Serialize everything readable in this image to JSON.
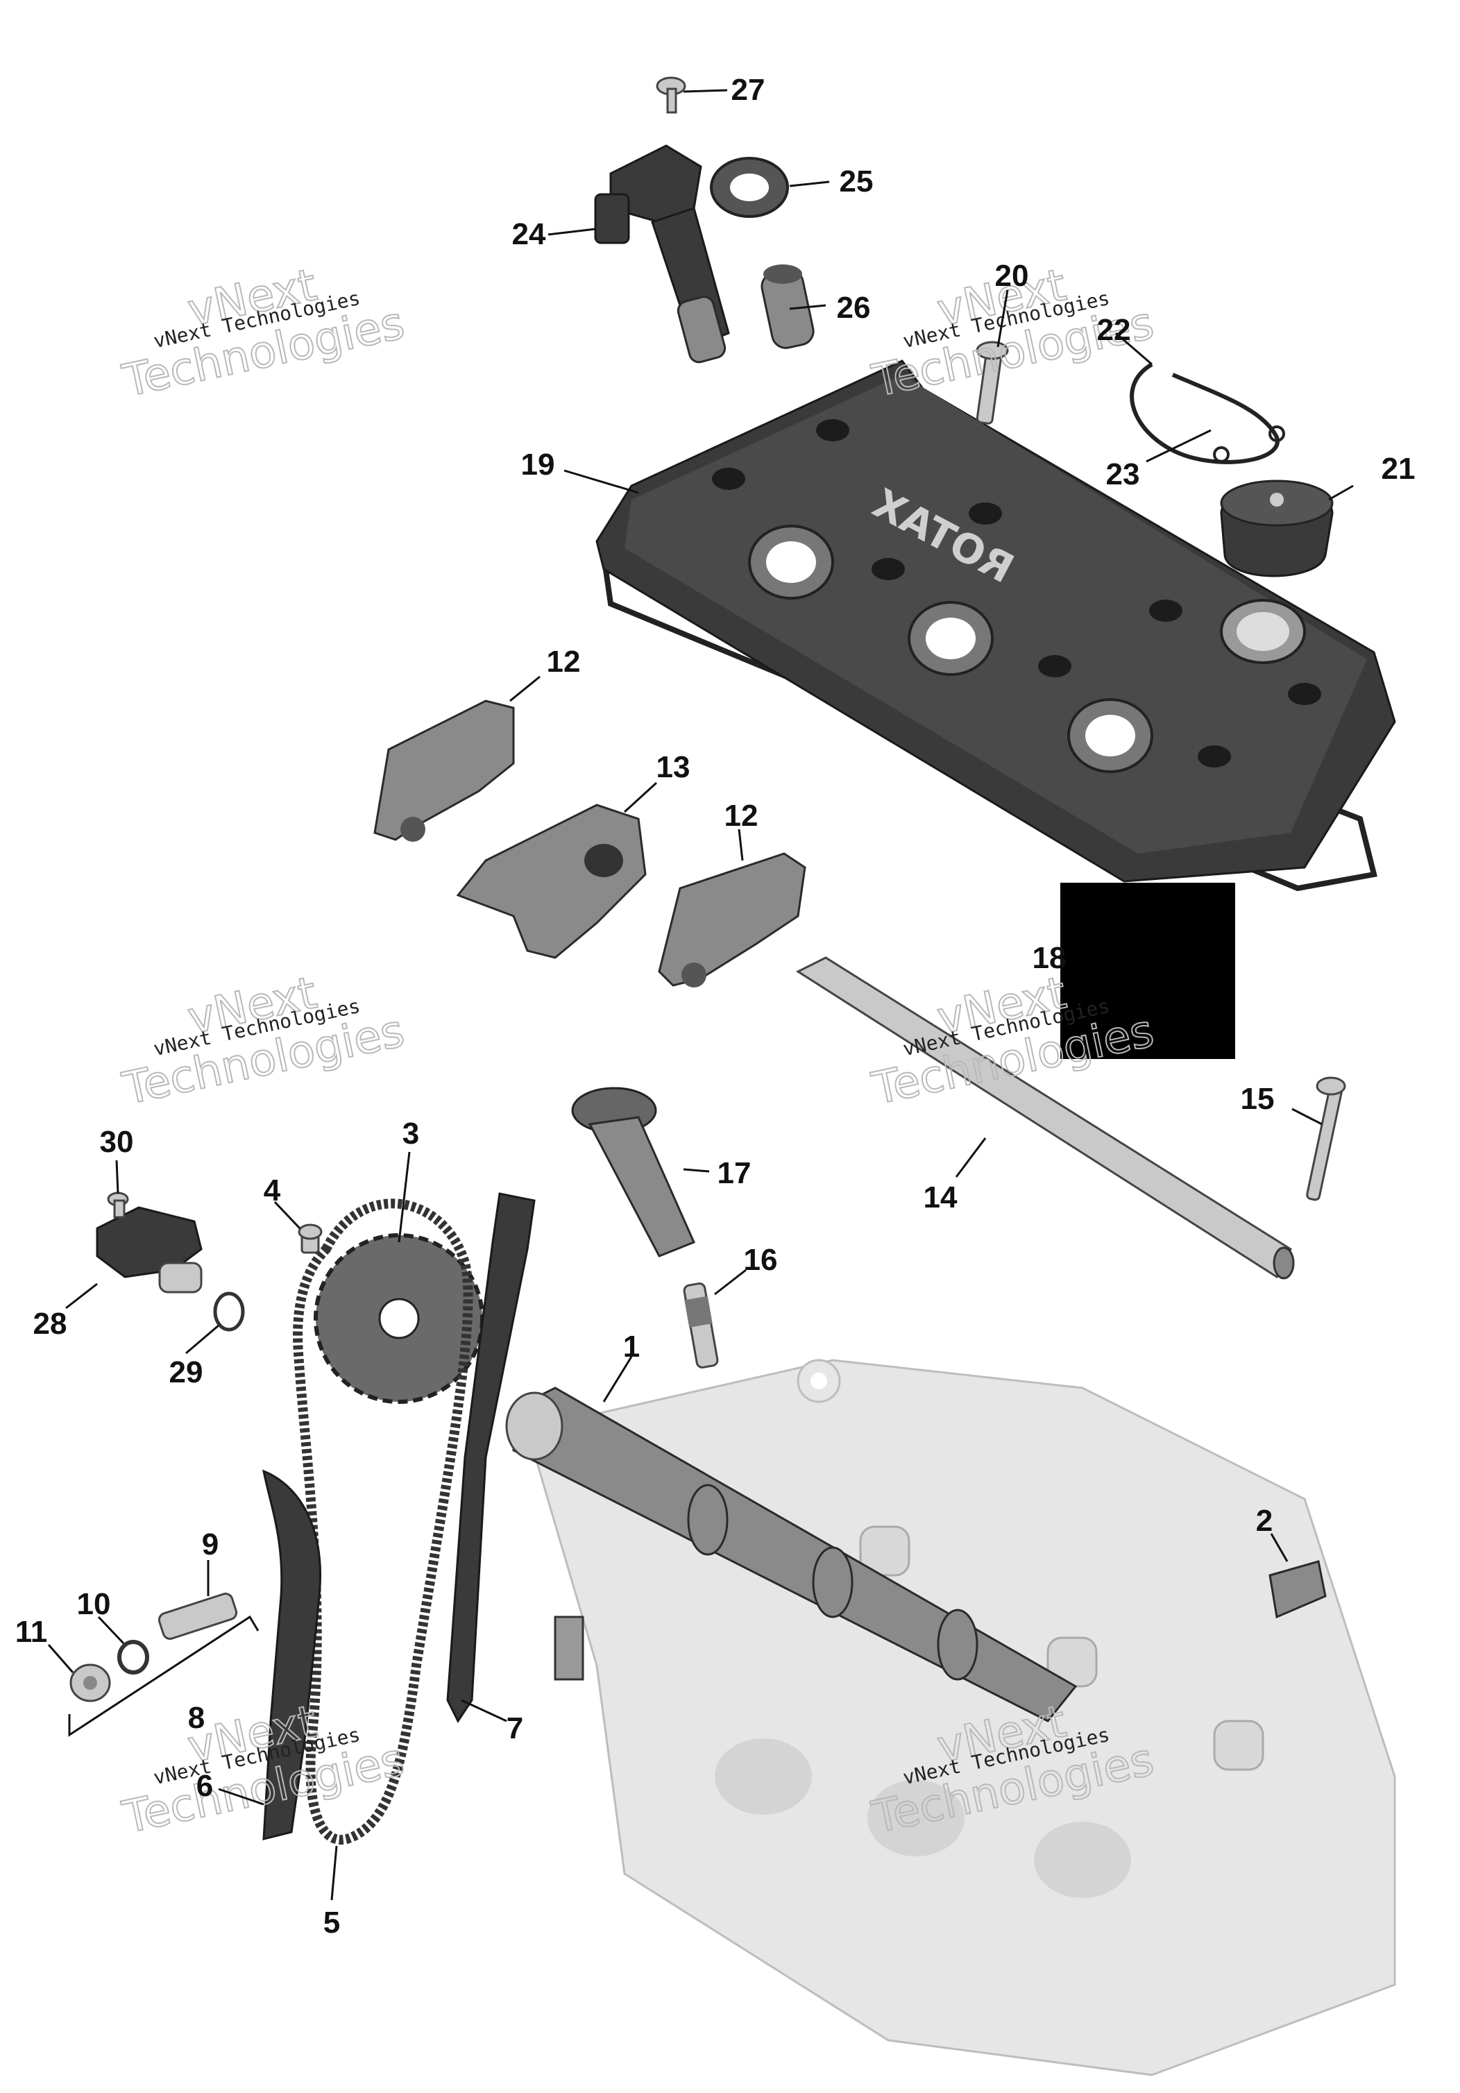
{
  "callouts": [
    "1",
    "2",
    "3",
    "4",
    "5",
    "6",
    "7",
    "8",
    "9",
    "10",
    "11",
    "12",
    "12",
    "13",
    "14",
    "15",
    "16",
    "17",
    "18",
    "19",
    "20",
    "21",
    "22",
    "23",
    "24",
    "25",
    "26",
    "27",
    "28",
    "29",
    "30"
  ],
  "watermark": {
    "line1": "vNext",
    "line2": "vNext Technologies",
    "line3": "Technologies"
  },
  "brand_text": "ROTAX",
  "colors": {
    "part_dark": "#3a3a3a",
    "part_mid": "#8a8a8a",
    "part_light": "#c9c9c9",
    "ghost": "#e6e6e6",
    "redaction": "#000000"
  }
}
